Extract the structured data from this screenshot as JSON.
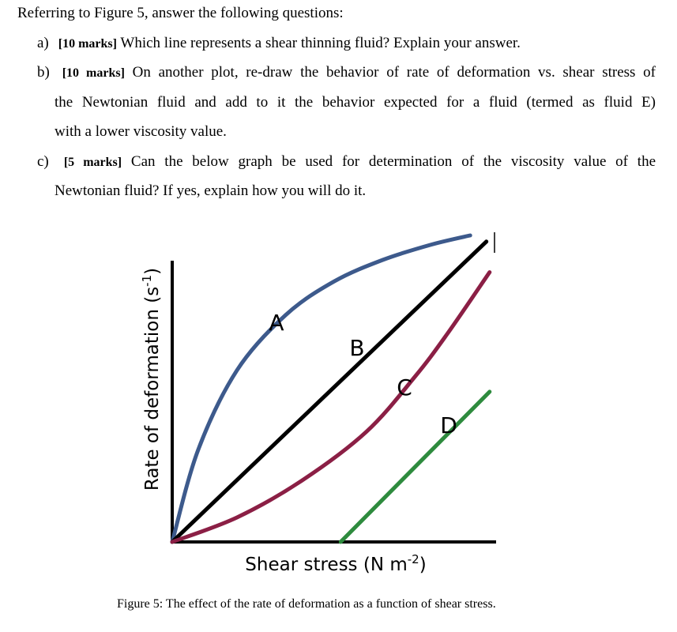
{
  "intro": "Referring to Figure 5, answer the following questions:",
  "questions": [
    {
      "label": "a)",
      "marks": "[10 marks]",
      "lines": [
        "Which line represents a shear thinning fluid? Explain your answer."
      ]
    },
    {
      "label": "b)",
      "marks": "[10 marks]",
      "lines": [
        "On another plot, re-draw the behavior of rate of deformation vs. shear stress of",
        "the Newtonian fluid and add to it the behavior expected for a fluid (termed as fluid E)",
        "with a lower viscosity value."
      ]
    },
    {
      "label": "c)",
      "marks": "[5 marks]",
      "lines": [
        "Can the below graph be used for determination of the viscosity value of the",
        "Newtonian fluid? If yes, explain how you will do it."
      ]
    }
  ],
  "chart_data": {
    "type": "line",
    "title": "",
    "xlabel": "Shear stress (N m-2)",
    "ylabel": "Rate of deformation (s-1)",
    "xlabel_parts": {
      "base": "Shear stress (N m",
      "sup": "-2",
      "tail": ")"
    },
    "ylabel_parts": {
      "base": "Rate of deformation (s",
      "sup": "-1",
      "tail": ")"
    },
    "xlim": [
      0,
      10
    ],
    "ylim": [
      0,
      10
    ],
    "grid": false,
    "legend": "none",
    "series": [
      {
        "name": "A",
        "color": "#3d5a8c",
        "x": [
          0,
          0.8,
          2.0,
          3.5,
          5.0,
          6.5,
          8.0,
          9.2
        ],
        "y": [
          0,
          3.0,
          5.6,
          7.4,
          8.5,
          9.2,
          9.7,
          10.0
        ]
      },
      {
        "name": "B",
        "color": "#000000",
        "x": [
          0,
          9.7
        ],
        "y": [
          0,
          9.8
        ]
      },
      {
        "name": "C",
        "color": "#8b1f45",
        "x": [
          0,
          2.0,
          4.0,
          6.0,
          7.5,
          8.5,
          9.8
        ],
        "y": [
          0,
          0.8,
          2.0,
          3.6,
          5.4,
          6.8,
          8.8
        ]
      },
      {
        "name": "D",
        "color": "#2e8b3e",
        "x": [
          5.2,
          9.8
        ],
        "y": [
          0,
          4.9
        ]
      }
    ]
  },
  "caption": "Figure 5: The effect of the rate of deformation as a function of shear stress."
}
